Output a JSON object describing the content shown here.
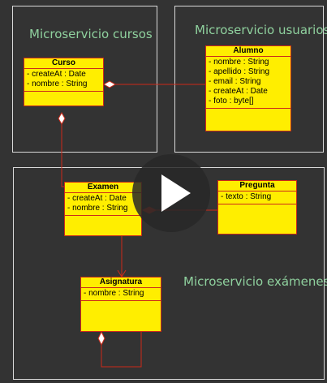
{
  "regions": {
    "cursos": "Microservicio cursos",
    "usuarios": "Microservicio usuarios",
    "examenes": "Microservicio exámenes"
  },
  "classes": {
    "curso": {
      "name": "Curso",
      "attrs": [
        "- createAt : Date",
        "- nombre : String"
      ]
    },
    "alumno": {
      "name": "Alumno",
      "attrs": [
        "- nombre : String",
        "- apellido : String",
        "- email : String",
        "- createAt : Date",
        "- foto : byte[]"
      ]
    },
    "examen": {
      "name": "Examen",
      "attrs": [
        "- createAt : Date",
        "- nombre : String"
      ]
    },
    "pregunta": {
      "name": "Pregunta",
      "attrs": [
        "- texto : String"
      ]
    },
    "asignatura": {
      "name": "Asignatura",
      "attrs": [
        "- nombre : String"
      ]
    }
  },
  "colors": {
    "background": "#333333",
    "class_fill": "#ffee00",
    "class_border": "#cc2a1a",
    "region_title": "#8fd19e",
    "region_border": "#d9d9d9",
    "connector": "#cc2a1a"
  },
  "video": {
    "icon": "play-icon"
  }
}
